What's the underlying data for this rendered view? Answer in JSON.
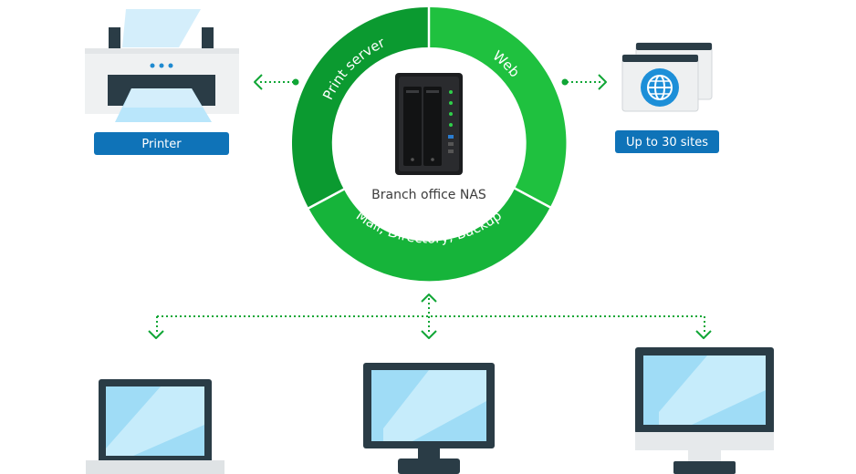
{
  "center": {
    "label": "Branch office NAS"
  },
  "ring": {
    "segments": [
      {
        "label": "Print server"
      },
      {
        "label": "Web"
      },
      {
        "label": "Mail, Directory, Backup"
      }
    ]
  },
  "printer": {
    "label": "Printer"
  },
  "web_sites": {
    "label": "Up to 30 sites"
  },
  "colors": {
    "ring_dark": "#0b9a30",
    "ring_mid": "#16b43a",
    "ring_light": "#1fc13f",
    "connector": "#11a636",
    "pill_blue": "#0f73b8",
    "device_frame": "#2a3c46",
    "screen_blue": "#9fdcf6"
  }
}
